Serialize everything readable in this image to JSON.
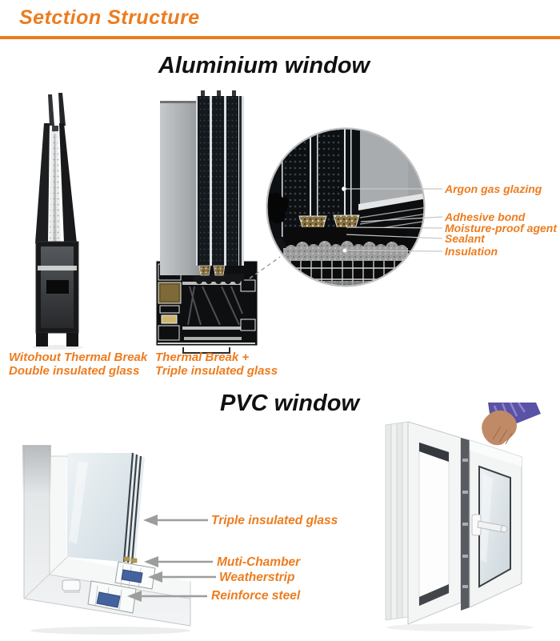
{
  "header": {
    "title": "Setction Structure",
    "accent_color": "#ED7C1F"
  },
  "sections": {
    "aluminium": {
      "title": "Aluminium window",
      "detail_labels": [
        "Argon gas glazing",
        "Adhesive bond",
        "Moisture-proof agent",
        "Sealant",
        "Insulation"
      ],
      "captions": [
        {
          "line1": "Witohout Thermal Break",
          "line2": "Double insulated glass"
        },
        {
          "line1": "Thermal Break +",
          "line2": "Triple insulated glass"
        }
      ]
    },
    "pvc": {
      "title": "PVC window",
      "part_labels": [
        "Triple insulated glass",
        "Muti-Chamber",
        "Weatherstrip",
        "Reinforce steel"
      ]
    }
  },
  "colors": {
    "accent_orange": "#ED7C1F",
    "title_black": "#111111",
    "arrow_gray": "#9D9D9D",
    "leader_gray": "#C8C8C8",
    "steel_blue": "#44639E",
    "desiccant_tan": "#8A7344"
  },
  "icons": {
    "pvc_label_arrow": "left-arrow",
    "detail_magnifier": "circle-zoom",
    "dashed_connector": "dashed-line"
  }
}
